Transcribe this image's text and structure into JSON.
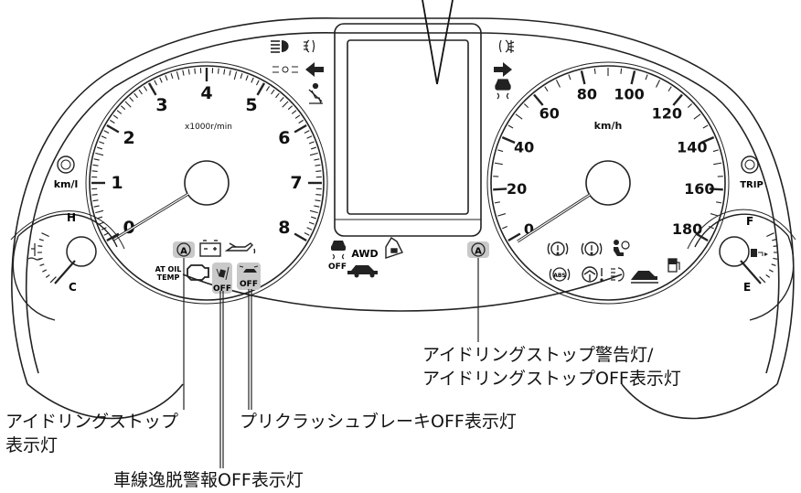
{
  "tachometer": {
    "unit": "x1000r/min",
    "ticks": [
      "0",
      "1",
      "2",
      "3",
      "4",
      "5",
      "6",
      "7",
      "8"
    ]
  },
  "speedometer": {
    "unit": "km/h",
    "ticks": [
      "0",
      "20",
      "40",
      "60",
      "80",
      "100",
      "120",
      "140",
      "160",
      "180"
    ]
  },
  "gauges": {
    "temp_high": "H",
    "temp_low": "C",
    "fuel_full": "F",
    "fuel_empty": "E"
  },
  "buttons": {
    "kml": "km/l",
    "trip": "TRIP"
  },
  "indicators": {
    "awd": "AWD",
    "esc_off": "OFF",
    "at_oil_line1": "AT OIL",
    "at_oil_line2": "TEMP",
    "lane_off": "OFF",
    "precrash_off": "OFF",
    "idle_a": "A",
    "abs": "ABS"
  },
  "callouts": {
    "idle_stop_indicator": [
      "アイドリングストップ",
      "表示灯"
    ],
    "lane_departure_off": [
      "車線逸脱警報OFF表示灯"
    ],
    "precrash_brake_off": [
      "プリクラッシュブレーキOFF表示灯"
    ],
    "idle_stop_warning": [
      "アイドリングストップ警告灯/",
      "アイドリングストップOFF表示灯"
    ]
  }
}
